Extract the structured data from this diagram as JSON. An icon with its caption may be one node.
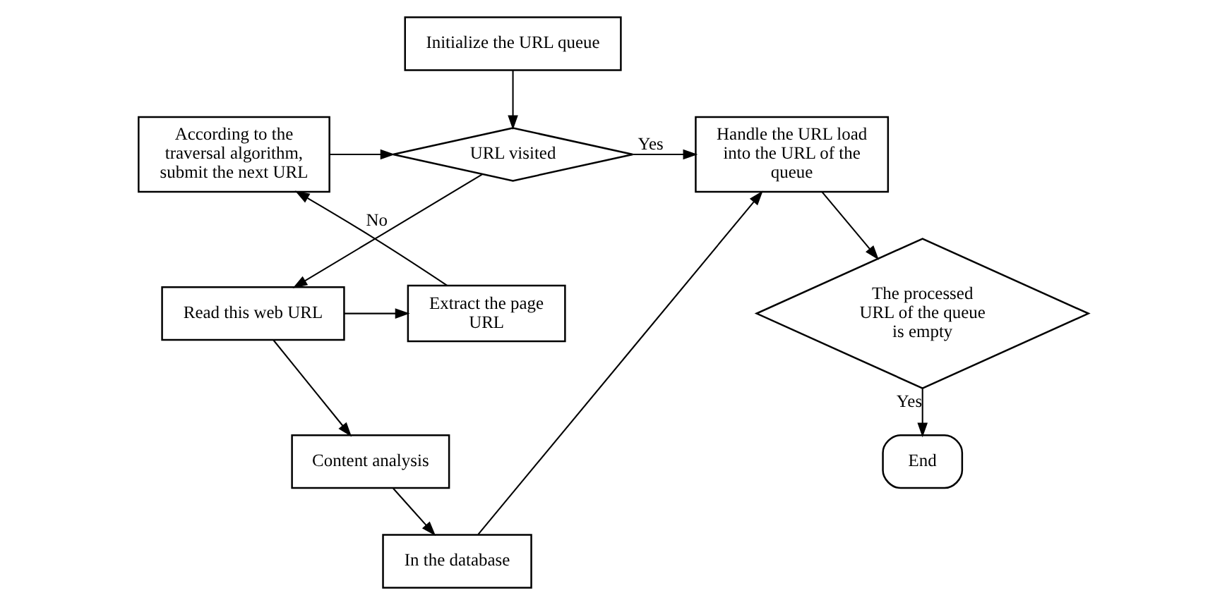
{
  "diagram": {
    "nodes": [
      {
        "text": [
          "Initialize the URL queue"
        ]
      },
      {
        "text": [
          "URL visited"
        ]
      },
      {
        "text": [
          "According to the traversal algorithm, submit the next URL"
        ]
      },
      {
        "text": [
          "Handle the URL load into the URL of the queue"
        ]
      },
      {
        "text": [
          "Extract the page URL"
        ]
      },
      {
        "text": [
          "Read this web URL"
        ]
      },
      {
        "text": [
          "Content analysis"
        ]
      },
      {
        "text": [
          "In the database"
        ]
      },
      {
        "text": [
          "The processed URL of the queue is empty"
        ]
      },
      {
        "text": [
          "End"
        ]
      }
    ],
    "edges": [
      {
        "from": 0,
        "to": 1,
        "arrow": "to"
      },
      {
        "from": 1,
        "to": 3,
        "arrow": "to",
        "label": "Yes"
      },
      {
        "from": 1,
        "to": 5,
        "arrow": "to",
        "label": "No"
      },
      {
        "from": 5,
        "to": 4,
        "arrow": "to"
      },
      {
        "from": 4,
        "to": 2,
        "arrow": "to"
      },
      {
        "from": 2,
        "to": 1,
        "arrow": "to"
      },
      {
        "from": 5,
        "to": 6,
        "arrow": "to"
      },
      {
        "from": 6,
        "to": 7,
        "arrow": "to"
      },
      {
        "from": 7,
        "to": 3,
        "arrow": "to"
      },
      {
        "from": 3,
        "to": 8,
        "arrow": "to"
      },
      {
        "from": 8,
        "to": 9,
        "arrow": "to",
        "label": "Yes"
      }
    ]
  }
}
